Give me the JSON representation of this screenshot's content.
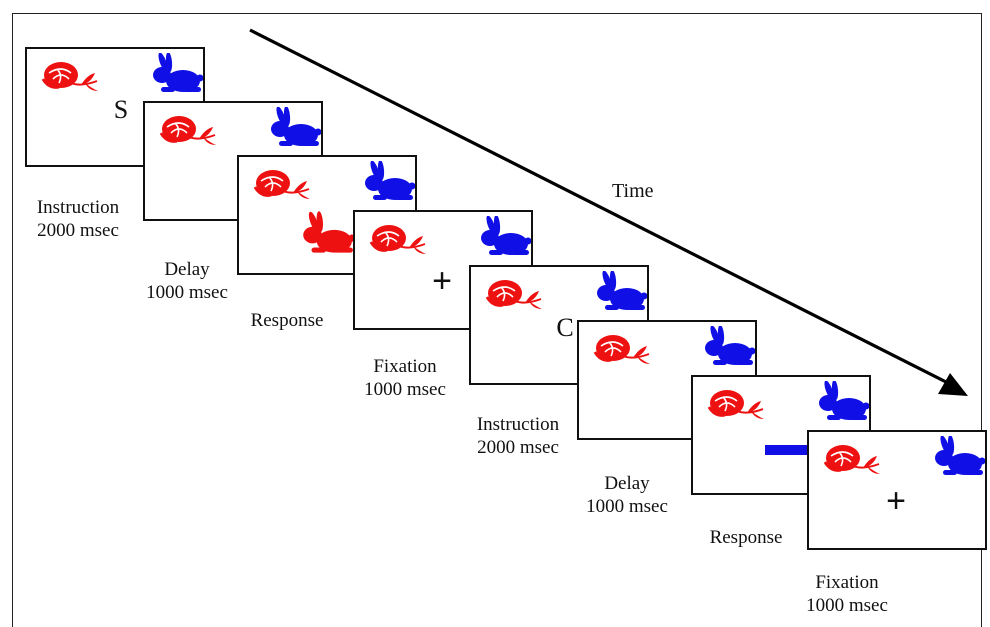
{
  "time_label": "Time",
  "colors": {
    "rose": "#ee1111",
    "rabbit": "#1010e6",
    "response_rabbit": "#ee1111",
    "response_bar": "#1010e6"
  },
  "icons": [
    "rose-icon",
    "rabbit-icon"
  ],
  "frames": [
    {
      "stage": "Instruction",
      "content": "letter",
      "symbol": "S",
      "caption": [
        "Instruction",
        "2000 msec"
      ]
    },
    {
      "stage": "Delay",
      "content": "none",
      "caption": [
        "Delay",
        "1000 msec"
      ]
    },
    {
      "stage": "Response",
      "content": "red-rabbit",
      "caption": [
        "Response"
      ]
    },
    {
      "stage": "Fixation",
      "content": "fixation",
      "symbol": "+",
      "caption": [
        "Fixation",
        "1000 msec"
      ]
    },
    {
      "stage": "Instruction",
      "content": "letter",
      "symbol": "C",
      "caption": [
        "Instruction",
        "2000 msec"
      ]
    },
    {
      "stage": "Delay",
      "content": "none",
      "caption": [
        "Delay",
        "1000 msec"
      ]
    },
    {
      "stage": "Response",
      "content": "blue-bar",
      "caption": [
        "Response"
      ]
    },
    {
      "stage": "Fixation",
      "content": "fixation",
      "symbol": "+",
      "caption": [
        "Fixation",
        "1000 msec"
      ]
    }
  ]
}
